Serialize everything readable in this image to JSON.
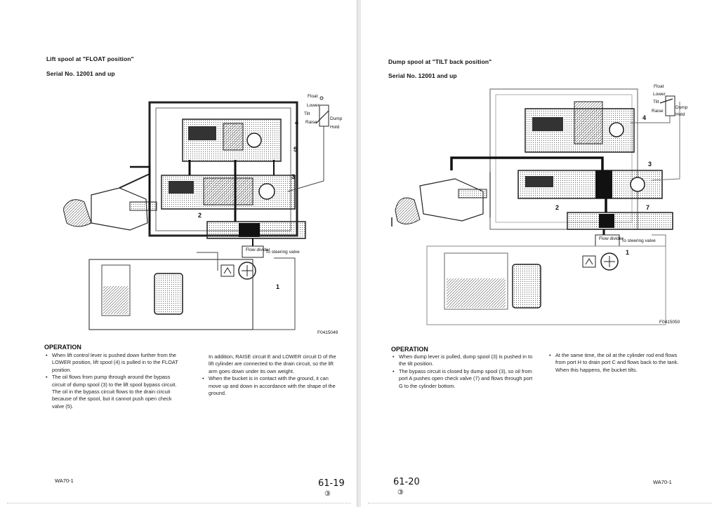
{
  "left": {
    "title": "Lift spool at \"FLOAT position\"",
    "serial": "Serial No. 12001 and up",
    "figure": {
      "id": "F0415049",
      "lever_labels": [
        "Float",
        "Lower",
        "Tilt",
        "Raise",
        "Dump",
        "Hold"
      ],
      "flow_divider": "Flow divider",
      "steering_valve": "To steering valve",
      "callouts": [
        "4",
        "5",
        "3",
        "2",
        "1"
      ]
    },
    "operation": {
      "heading": "OPERATION",
      "col1": [
        {
          "bullet": true,
          "text": "When lift control lever is pushed down further from the LOWER position, lift spool (4) is pulled in to the FLOAT position."
        },
        {
          "bullet": true,
          "text": "The oil flows from pump through around the bypass circuit of dump spool (3) to the lift spool bypass circuit."
        },
        {
          "bullet": false,
          "text": "The oil in the bypass circuit flows to the drain circuit because of the spool, but it cannot push open check valve (5)."
        }
      ],
      "col2": [
        {
          "bullet": false,
          "text": "In addition, RAISE circuit E and LOWER circuit D of the lift cylinder are connected to the drain circuit, so the lift arm goes down under its own weight."
        },
        {
          "bullet": true,
          "text": "When the bucket is in contact with the ground, it can move up and down in accordance with the shape of the ground."
        }
      ]
    },
    "footer": {
      "model": "WA70-1",
      "page": "61-19",
      "circle": "③"
    }
  },
  "right": {
    "title": "Dump spool at \"TILT back position\"",
    "serial": "Serial No. 12001 and up",
    "figure": {
      "id": "F0415050",
      "lever_labels": [
        "Float",
        "Lower",
        "Tilt",
        "Raise",
        "Dump",
        "Hold"
      ],
      "flow_divider": "Flow divider",
      "steering_valve": "To steering valve",
      "callouts": [
        "4",
        "3",
        "2",
        "7",
        "1"
      ]
    },
    "operation": {
      "heading": "OPERATION",
      "col1": [
        {
          "bullet": true,
          "text": "When dump lever is pulled, dump spool (3) is pushed in to the tilt position."
        },
        {
          "bullet": true,
          "text": "The bypass circuit is closed by dump spool (3), so oil from port A pushes open check valve (7) and flows through port G to the cylinder bottom."
        }
      ],
      "col2": [
        {
          "bullet": true,
          "text": "At the same time, the oil at the cylinder rod end flows from port H to drain port C and flows back to the tank."
        },
        {
          "bullet": false,
          "text": "When this happens, the bucket tilts."
        }
      ]
    },
    "footer": {
      "model": "WA70-1",
      "page": "61-20",
      "circle": "③"
    }
  }
}
